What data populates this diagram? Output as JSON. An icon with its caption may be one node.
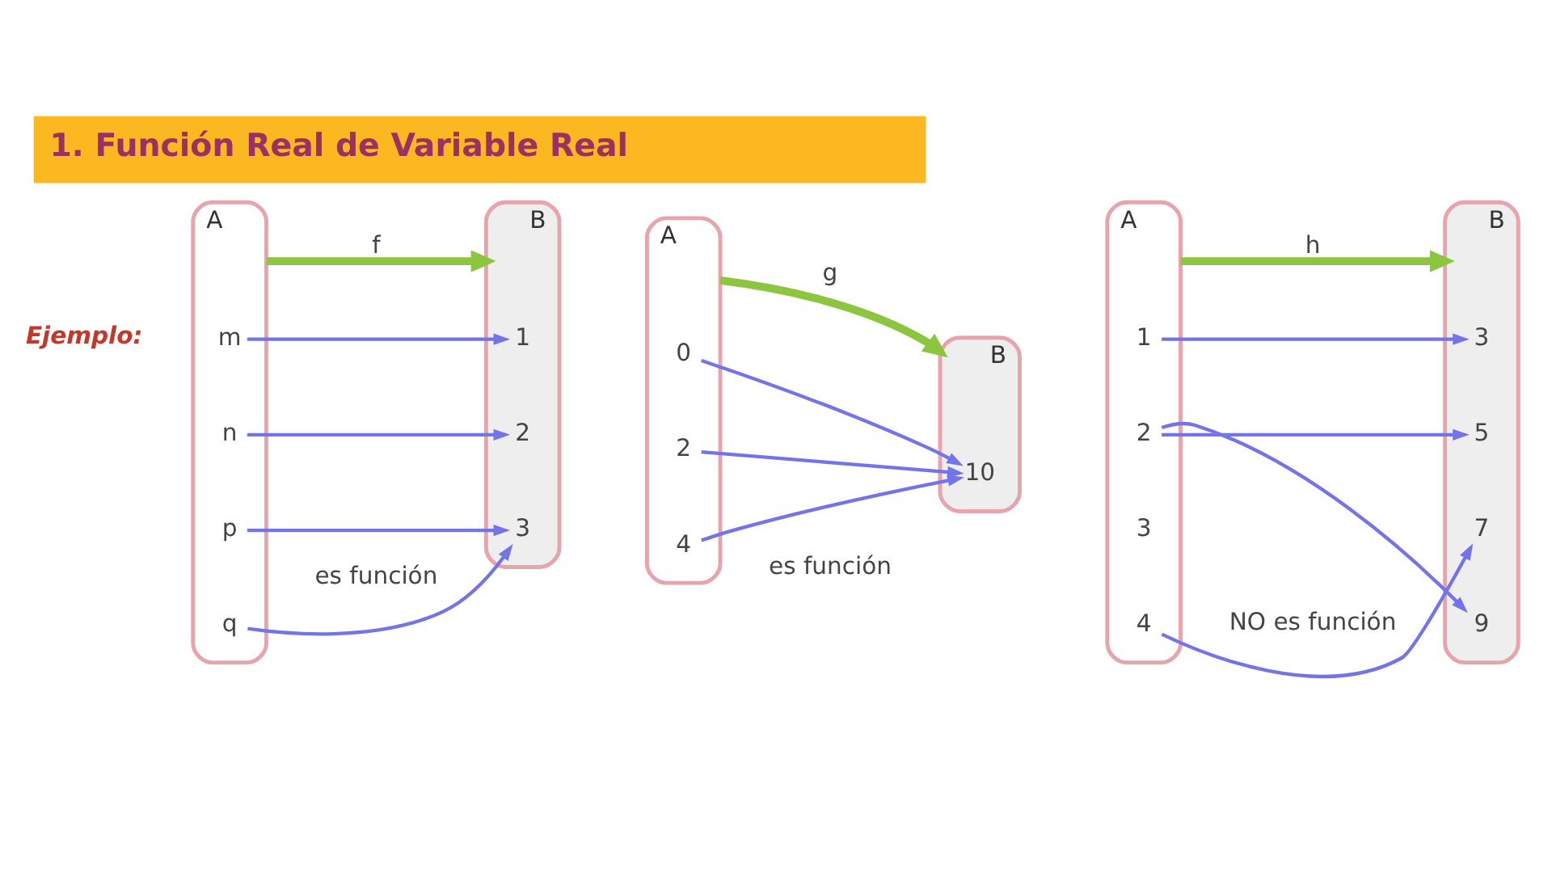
{
  "diagram": {
    "title": "1. Función Real de Variable Real",
    "nodes": [
      {
        "text": [
          "A"
        ]
      },
      {
        "text": [
          "m"
        ],
        "in": 0
      },
      {
        "text": [
          "n"
        ],
        "in": 0
      },
      {
        "text": [
          "p"
        ],
        "in": 0
      },
      {
        "text": [
          "q"
        ],
        "in": 0
      },
      {
        "text": [
          "B"
        ]
      },
      {
        "text": [
          "1"
        ],
        "in": 5
      },
      {
        "text": [
          "2"
        ],
        "in": 5
      },
      {
        "text": [
          "3"
        ],
        "in": 5
      },
      {
        "text": [
          "A"
        ]
      },
      {
        "text": [
          "0"
        ],
        "in": 9
      },
      {
        "text": [
          "2"
        ],
        "in": 9
      },
      {
        "text": [
          "4"
        ],
        "in": 9
      },
      {
        "text": [
          "B"
        ]
      },
      {
        "text": [
          "10"
        ],
        "in": 13
      },
      {
        "text": [
          "A"
        ]
      },
      {
        "text": [
          "1"
        ],
        "in": 15
      },
      {
        "text": [
          "2"
        ],
        "in": 15
      },
      {
        "text": [
          "3"
        ],
        "in": 15
      },
      {
        "text": [
          "4"
        ],
        "in": 15
      },
      {
        "text": [
          "B"
        ]
      },
      {
        "text": [
          "3"
        ],
        "in": 20
      },
      {
        "text": [
          "5"
        ],
        "in": 20
      },
      {
        "text": [
          "7"
        ],
        "in": 20
      },
      {
        "text": [
          "9"
        ],
        "in": 20
      }
    ],
    "edges": [
      {
        "from": 0,
        "to": 5,
        "arrow": "to",
        "label": "f",
        "style": "thick",
        "color": "#8cc63e"
      },
      {
        "from": 1,
        "to": 6,
        "arrow": "to"
      },
      {
        "from": 2,
        "to": 7,
        "arrow": "to"
      },
      {
        "from": 3,
        "to": 8,
        "arrow": "to"
      },
      {
        "from": 4,
        "to": 8,
        "arrow": "to"
      },
      {
        "from": 9,
        "to": 13,
        "arrow": "to",
        "label": "g",
        "style": "thick",
        "color": "#8cc63e"
      },
      {
        "from": 10,
        "to": 14,
        "arrow": "to"
      },
      {
        "from": 11,
        "to": 14,
        "arrow": "to"
      },
      {
        "from": 12,
        "to": 14,
        "arrow": "to"
      },
      {
        "from": 15,
        "to": 20,
        "arrow": "to",
        "label": "h",
        "style": "thick",
        "color": "#8cc63e"
      },
      {
        "from": 16,
        "to": 21,
        "arrow": "to"
      },
      {
        "from": 17,
        "to": 22,
        "arrow": "to"
      },
      {
        "from": 17,
        "to": 24,
        "arrow": "to"
      },
      {
        "from": 19,
        "to": 23,
        "arrow": "to"
      }
    ],
    "labels": [
      "Ejemplo:",
      "es función",
      "es función",
      "NO es función"
    ]
  }
}
